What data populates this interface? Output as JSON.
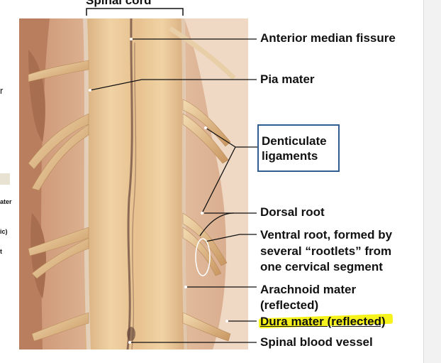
{
  "figure": {
    "top_label": "Spinal cord",
    "labels": [
      "Anterior median fissure",
      "Pia mater",
      "Dorsal root",
      "Ventral root, formed by",
      "several “rootlets” from",
      "one cervical segment",
      "Arachnoid mater",
      "(reflected)",
      "Dura mater (reflected)",
      "Spinal blood vessel"
    ],
    "denticulate_box": [
      "Denticulate",
      "ligaments"
    ],
    "left_fragments": [
      "r",
      "ater",
      "ic)",
      "t"
    ]
  },
  "colors": {
    "highlight": "#f6f21b",
    "box_border": "#2e5e8f",
    "tissue": "#e6bd8e"
  }
}
